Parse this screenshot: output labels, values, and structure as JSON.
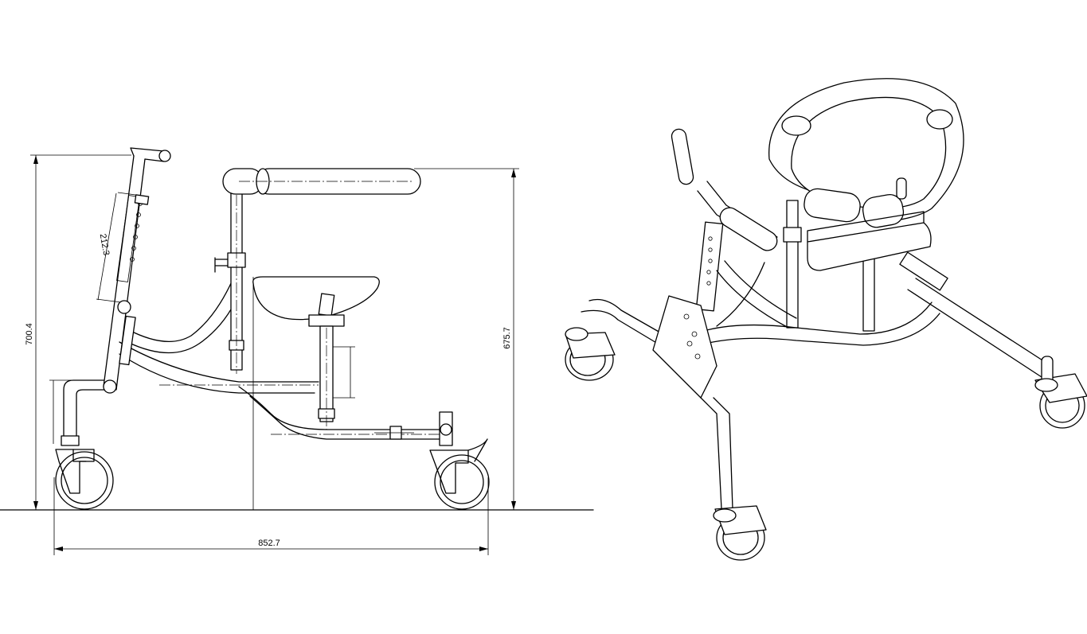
{
  "dimensions": {
    "height_overall": "700.4",
    "height_handle": "675.7",
    "length_overall": "852.7",
    "adjust_range": "212.3"
  }
}
